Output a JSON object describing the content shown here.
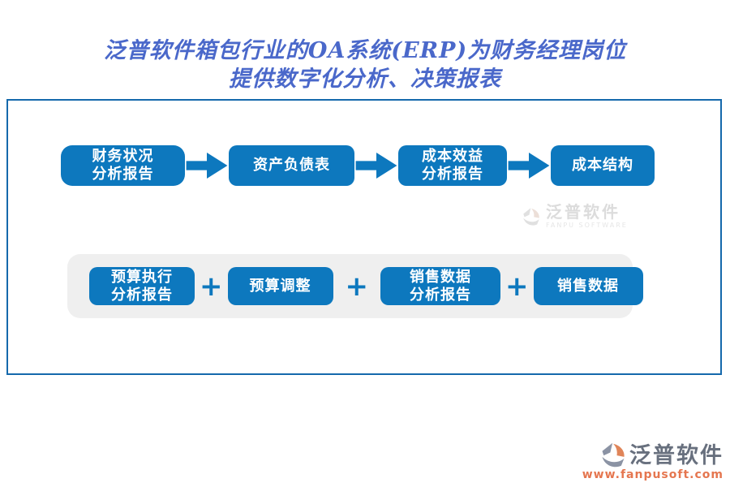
{
  "title": {
    "line1": "泛普软件箱包行业的OA系统(ERP)为财务经理岗位",
    "line2": "提供数字化分析、决策报表"
  },
  "flow": {
    "boxes": [
      {
        "line1": "财务状况",
        "line2": "分析报告"
      },
      {
        "line1": "资产负债表",
        "line2": ""
      },
      {
        "line1": "成本效益",
        "line2": "分析报告"
      },
      {
        "line1": "成本结构",
        "line2": ""
      }
    ]
  },
  "sum": {
    "plus": "+",
    "boxes": [
      {
        "line1": "预算执行",
        "line2": "分析报告"
      },
      {
        "line1": "预算调整",
        "line2": ""
      },
      {
        "line1": "销售数据",
        "line2": "分析报告"
      },
      {
        "line1": "销售数据",
        "line2": ""
      }
    ]
  },
  "watermark": {
    "name": "泛普软件",
    "subtitle": "FANPU SOFTWARE"
  },
  "footer": {
    "brand": "泛普软件",
    "url": "www.fanpusoft.com"
  },
  "colors": {
    "box_blue": "#0d78be",
    "border_blue": "#1569ac",
    "title_blue": "#4a68ca",
    "sum_bg": "#efefef",
    "watermark_gray": "#dcdcdc",
    "brand_gray": "#68707e",
    "brand_orange": "#e5764f"
  }
}
